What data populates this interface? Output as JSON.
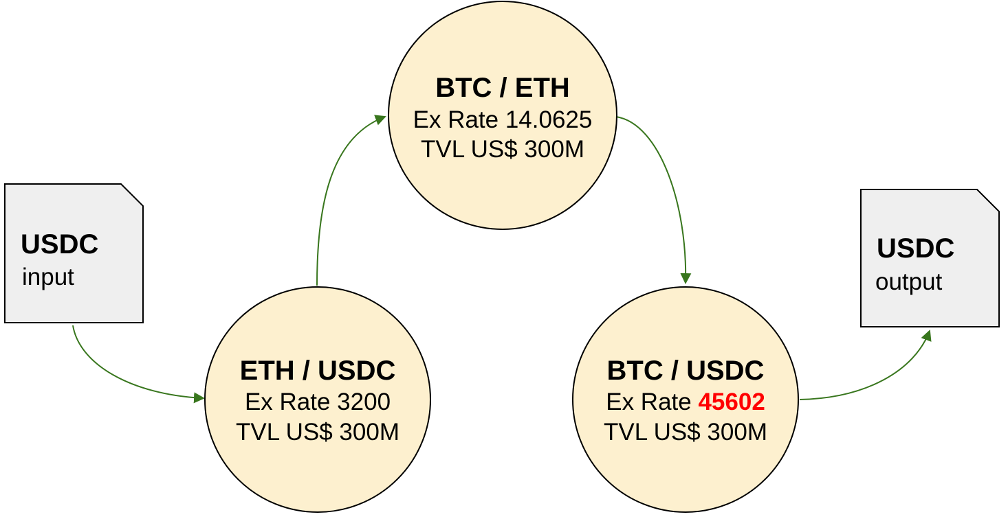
{
  "colors": {
    "pool_fill": "#fdf0cf",
    "doc_fill": "#efefef",
    "stroke": "#000000",
    "edge": "#38761d",
    "highlight": "#ff0000"
  },
  "documents": {
    "input": {
      "title": "USDC",
      "subtitle": "input"
    },
    "output": {
      "title": "USDC",
      "subtitle": "output"
    }
  },
  "pools": {
    "eth_usdc": {
      "pair": "ETH / USDC",
      "rate_label": "Ex Rate",
      "rate_value": "3200",
      "tvl": "TVL US$ 300M"
    },
    "btc_eth": {
      "pair": "BTC / ETH",
      "rate_label": "Ex Rate",
      "rate_value": "14.0625",
      "tvl": "TVL US$ 300M"
    },
    "btc_usdc": {
      "pair": "BTC / USDC",
      "rate_label": "Ex Rate",
      "rate_value": "45602",
      "tvl": "TVL US$ 300M"
    }
  },
  "edges": [
    {
      "from": "input",
      "to": "eth_usdc"
    },
    {
      "from": "eth_usdc",
      "to": "btc_eth"
    },
    {
      "from": "btc_eth",
      "to": "btc_usdc"
    },
    {
      "from": "btc_usdc",
      "to": "output"
    }
  ]
}
